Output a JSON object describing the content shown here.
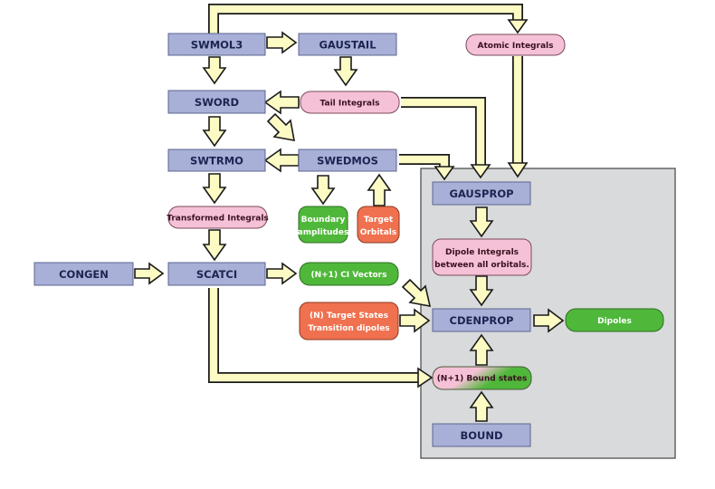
{
  "colors": {
    "program_box": "#a8b0d8",
    "integral_box": "#f5c1d6",
    "output_green": "#4fb83a",
    "target_orange": "#f0714f",
    "panel": "#d9dadc",
    "arrow_fill": "#fdfbc4"
  },
  "nodes": {
    "swmol3": "SWMOL3",
    "gaustail": "GAUSTAIL",
    "atomic_integrals": "Atomic Integrals",
    "sword": "SWORD",
    "tail_integrals": "Tail Integrals",
    "swtrmo": "SWTRMO",
    "swedmos": "SWEDMOS",
    "gausprop": "GAUSPROP",
    "transformed_integrals": "Transformed Integrals",
    "boundary_amplitudes": [
      "Boundary",
      "amplitudes"
    ],
    "target_orbitals": [
      "Target",
      "Orbitals"
    ],
    "dipole_integrals": [
      "Dipole Integrals",
      "between all orbitals."
    ],
    "congen": "CONGEN",
    "scatci": "SCATCI",
    "ci_vectors": "(N+1) CI Vectors",
    "target_states": [
      "(N) Target States",
      "Transition dipoles"
    ],
    "cdenprop": "CDENPROP",
    "dipoles": "Dipoles",
    "bound_states": "(N+1) Bound states",
    "bound": "BOUND"
  }
}
